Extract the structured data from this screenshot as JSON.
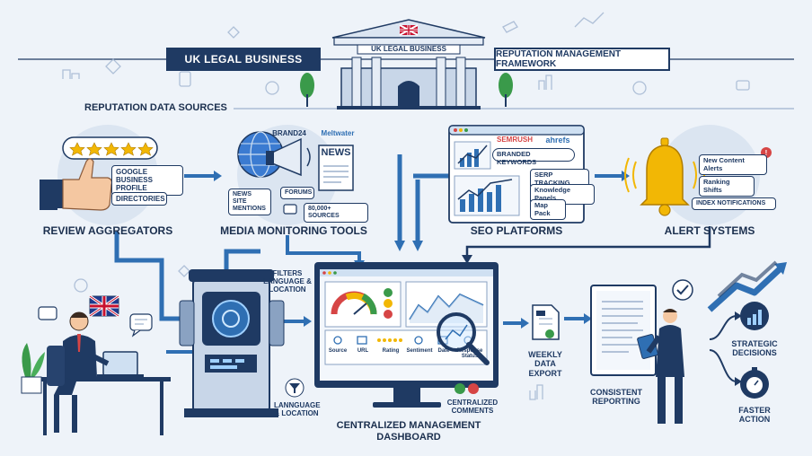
{
  "header": {
    "left_banner": "UK LEGAL BUSINESS",
    "building_sign": "UK LEGAL BUSINESS",
    "right_banner": "REPUTATION MANAGEMENT FRAMEWORK"
  },
  "sources": {
    "section_title": "REPUTATION DATA SOURCES",
    "review": {
      "label": "REVIEW AGGREGATORS",
      "tag1": "GOOGLE BUSINESS PROFILE",
      "tag2": "DIRECTORIES"
    },
    "media": {
      "label": "MEDIA MONITORING TOOLS",
      "brand1": "BRAND24",
      "brand2": "Meltwater",
      "news": "NEWS",
      "tag1": "NEWS SITE MENTIONS",
      "tag2": "FORUMS",
      "tag3": "80,000+ SOURCES"
    },
    "seo": {
      "label": "SEO PLATFORMS",
      "brand1": "SEMRUSH",
      "brand2": "ahrefs",
      "search": "BRANDED KEYWORDS",
      "tag1": "SERP TRACKING",
      "tag2": "Knowledge Panels",
      "tag3": "Map Pack"
    },
    "alert": {
      "label": "ALERT SYSTEMS",
      "tag1": "New Content Alerts",
      "tag2": "Ranking Shifts",
      "tag3": "INDEX NOTIFICATIONS"
    }
  },
  "flow": {
    "filters": "FILTERS LANGUAGE & LOCATION",
    "language": "LANNGUAGE & LOCATION",
    "dashboard_title": "CENTRALIZED MANAGEMENT DASHBOARD",
    "centralized_comments": "CENTRALIZED COMMENTS",
    "export": "WEEKLY DATA EXPORT",
    "reporting": "CONSISTENT REPORTING",
    "outcome1": "STRATEGIC DECISIONS",
    "outcome2": "FASTER ACTION"
  },
  "dashboard_fields": [
    "Source",
    "URL",
    "Rating",
    "Sentiment",
    "Date",
    "Response Status"
  ],
  "colors": {
    "navy": "#1f3a63",
    "blue": "#2f6fb3",
    "light_blue": "#cfe0f2",
    "gold": "#f2b705",
    "green": "#3a9a4a",
    "red": "#d64545"
  }
}
